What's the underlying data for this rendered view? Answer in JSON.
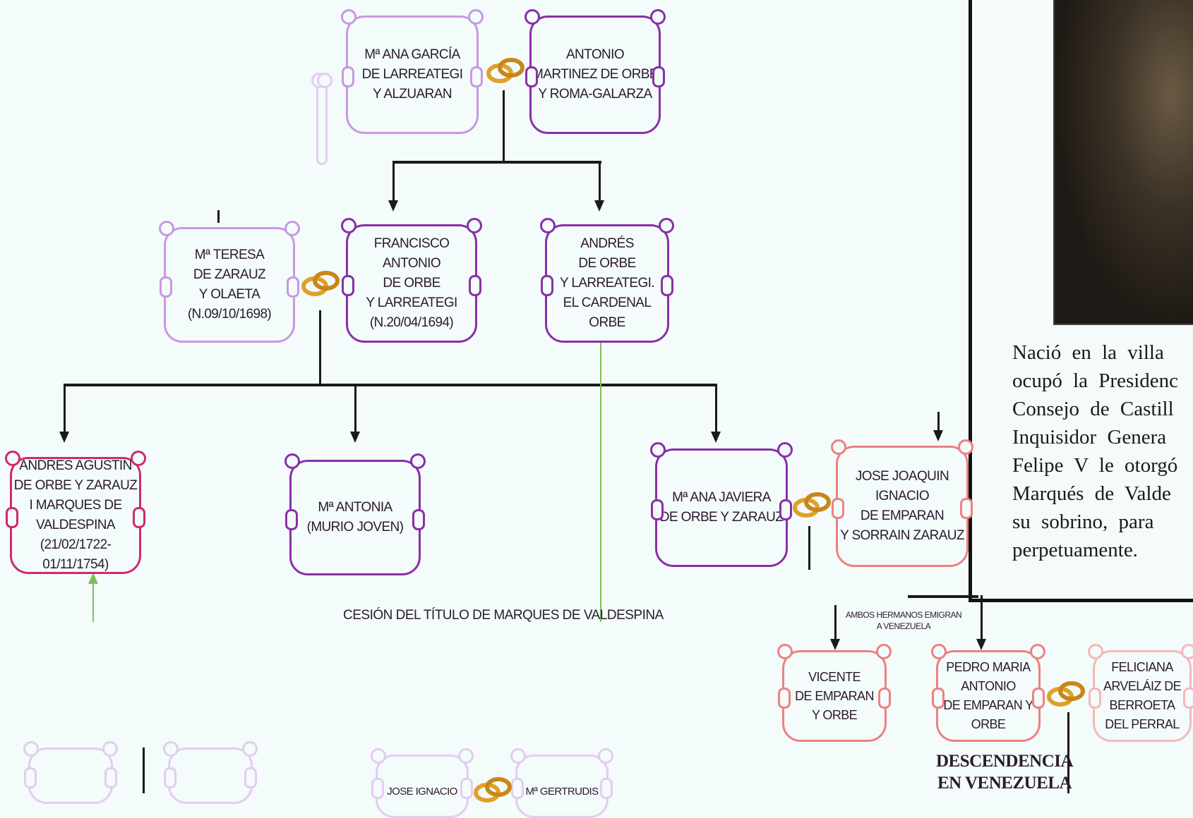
{
  "people": {
    "ana_garcia": "Mª ANA GARCÍA\nDE LARREATEGI\nY ALZUARAN",
    "antonio_martinez": "ANTONIO\nMARTINEZ DE ORBE\nY ROMA-GALARZA",
    "teresa_zarauz": "Mª TERESA\nDE ZARAUZ\nY OLAETA\n(N.09/10/1698)",
    "francisco_antonio": "FRANCISCO\nANTONIO\nDE ORBE\nY LARREATEGI\n(N.20/04/1694)",
    "andres_cardenal": "ANDRÉS\nDE ORBE\nY LARREATEGI.\nEL CARDENAL\nORBE",
    "andres_agustin": "ANDRES AGUSTIN\nDE ORBE Y ZARAUZ\nI MARQUES DE\nVALDESPINA\n(21/02/1722-\n01/11/1754)",
    "maria_antonia": "Mª ANTONIA\n(MURIO JOVEN)",
    "ana_javiera": "Mª ANA JAVIERA\nDE ORBE Y ZARAUZ",
    "jose_joaquin": "JOSE JOAQUIN\nIGNACIO\nDE EMPARAN\nY SORRAIN ZARAUZ",
    "vicente": "VICENTE\nDE EMPARAN\nY ORBE",
    "pedro_maria": "PEDRO MARIA\nANTONIO\nDE EMPARAN Y\nORBE",
    "feliciana": "FELICIANA\nARVELÁIZ DE\nBERROETA\nDEL PERRAL",
    "jose_ignacio": "JOSE IGNACIO",
    "gertrudis": "Mª GERTRUDIS"
  },
  "captions": {
    "cesion": "CESIÓN DEL TÍTULO DE MARQUES DE VALDESPINA",
    "emigran": "AMBOS HERMANOS EMIGRAN\nA VENEZUELA",
    "descendencia": "DESCENDENCIA\nEN VENEZUELA"
  },
  "panel": {
    "text": "Nació en la villa\nocupó la Presidenc\nConsejo de Castill\nInquisidor Genera\nFelipe V le otorgó\nMarqués de Valde\nsu sobrino, para\nperpetuamente."
  },
  "colors": {
    "purple": "#8a2fa8",
    "lilac": "#c79ae0",
    "magenta": "#d02a6a",
    "salmon": "#ef8080",
    "ring": "#e0a028"
  }
}
